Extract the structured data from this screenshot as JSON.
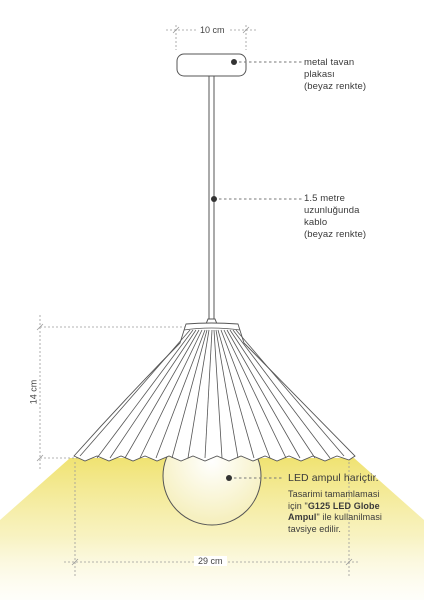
{
  "dimensions": {
    "top_width": "10 cm",
    "height": "14 cm",
    "bottom_width": "29 cm"
  },
  "labels": {
    "canopy": [
      "metal tavan",
      "plakası",
      "(beyaz renkte)"
    ],
    "cable": [
      "1.5 metre",
      "uzunluğunda",
      "kablo",
      "(beyaz renkte)"
    ],
    "bulb": "LED ampul hariçtir.",
    "note": {
      "line1": "Tasarimi tamamlamasi",
      "line2_pre": "için \"",
      "line2_bold": "G125 LED Globe",
      "line3_bold": "Ampul",
      "line3_post": "\" ile kullanilmasi",
      "line4": "tavsiye edilir."
    }
  },
  "colors": {
    "line": "#555555",
    "dim_line": "#9a9a9a",
    "light_glow": "#f3ea9a",
    "shade_fill": "#ffffff"
  }
}
